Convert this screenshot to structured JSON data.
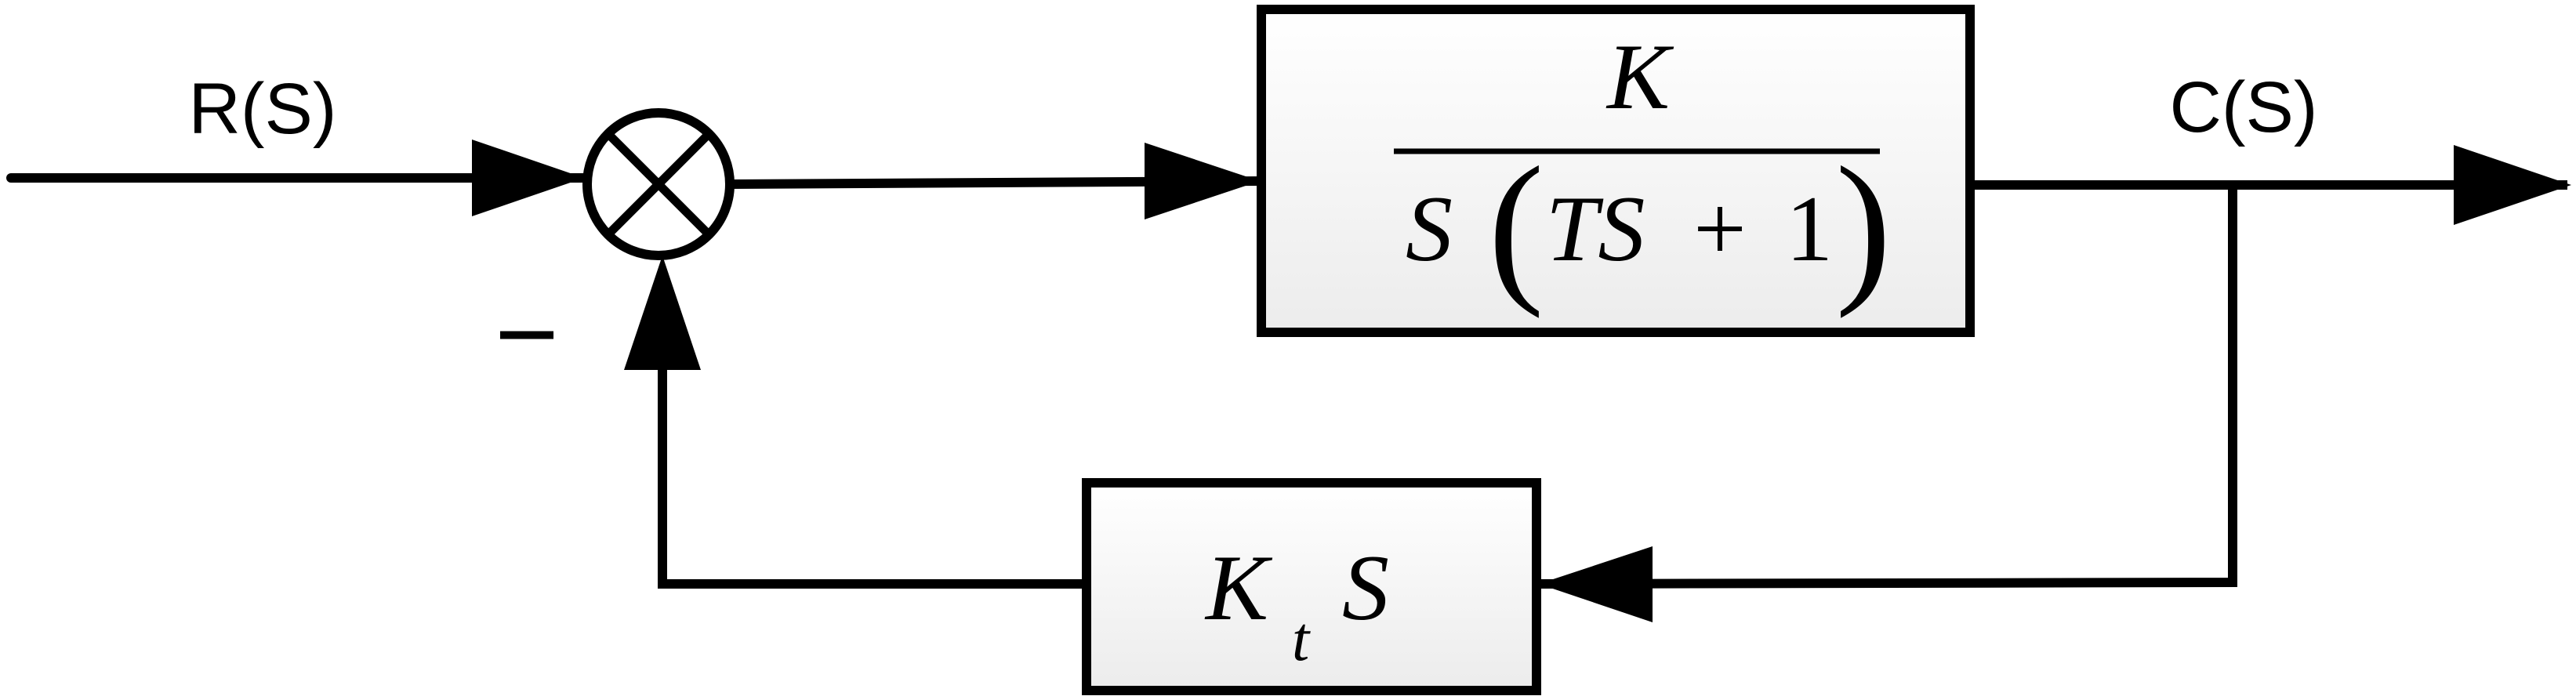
{
  "signals": {
    "input_label": "R(S)",
    "output_label": "C(S)",
    "feedback_sign": "−"
  },
  "forward_block": {
    "numerator": "K",
    "denominator": {
      "s": "S",
      "left_paren": "(",
      "inner": "TS",
      "plus": "+",
      "one": "1",
      "right_paren": ")"
    }
  },
  "feedback_block": {
    "k": "K",
    "subscript": "t",
    "s": "S"
  },
  "colors": {
    "line": "#000000",
    "block_fill_top": "#ffffff",
    "block_fill_bottom": "#ececec"
  }
}
